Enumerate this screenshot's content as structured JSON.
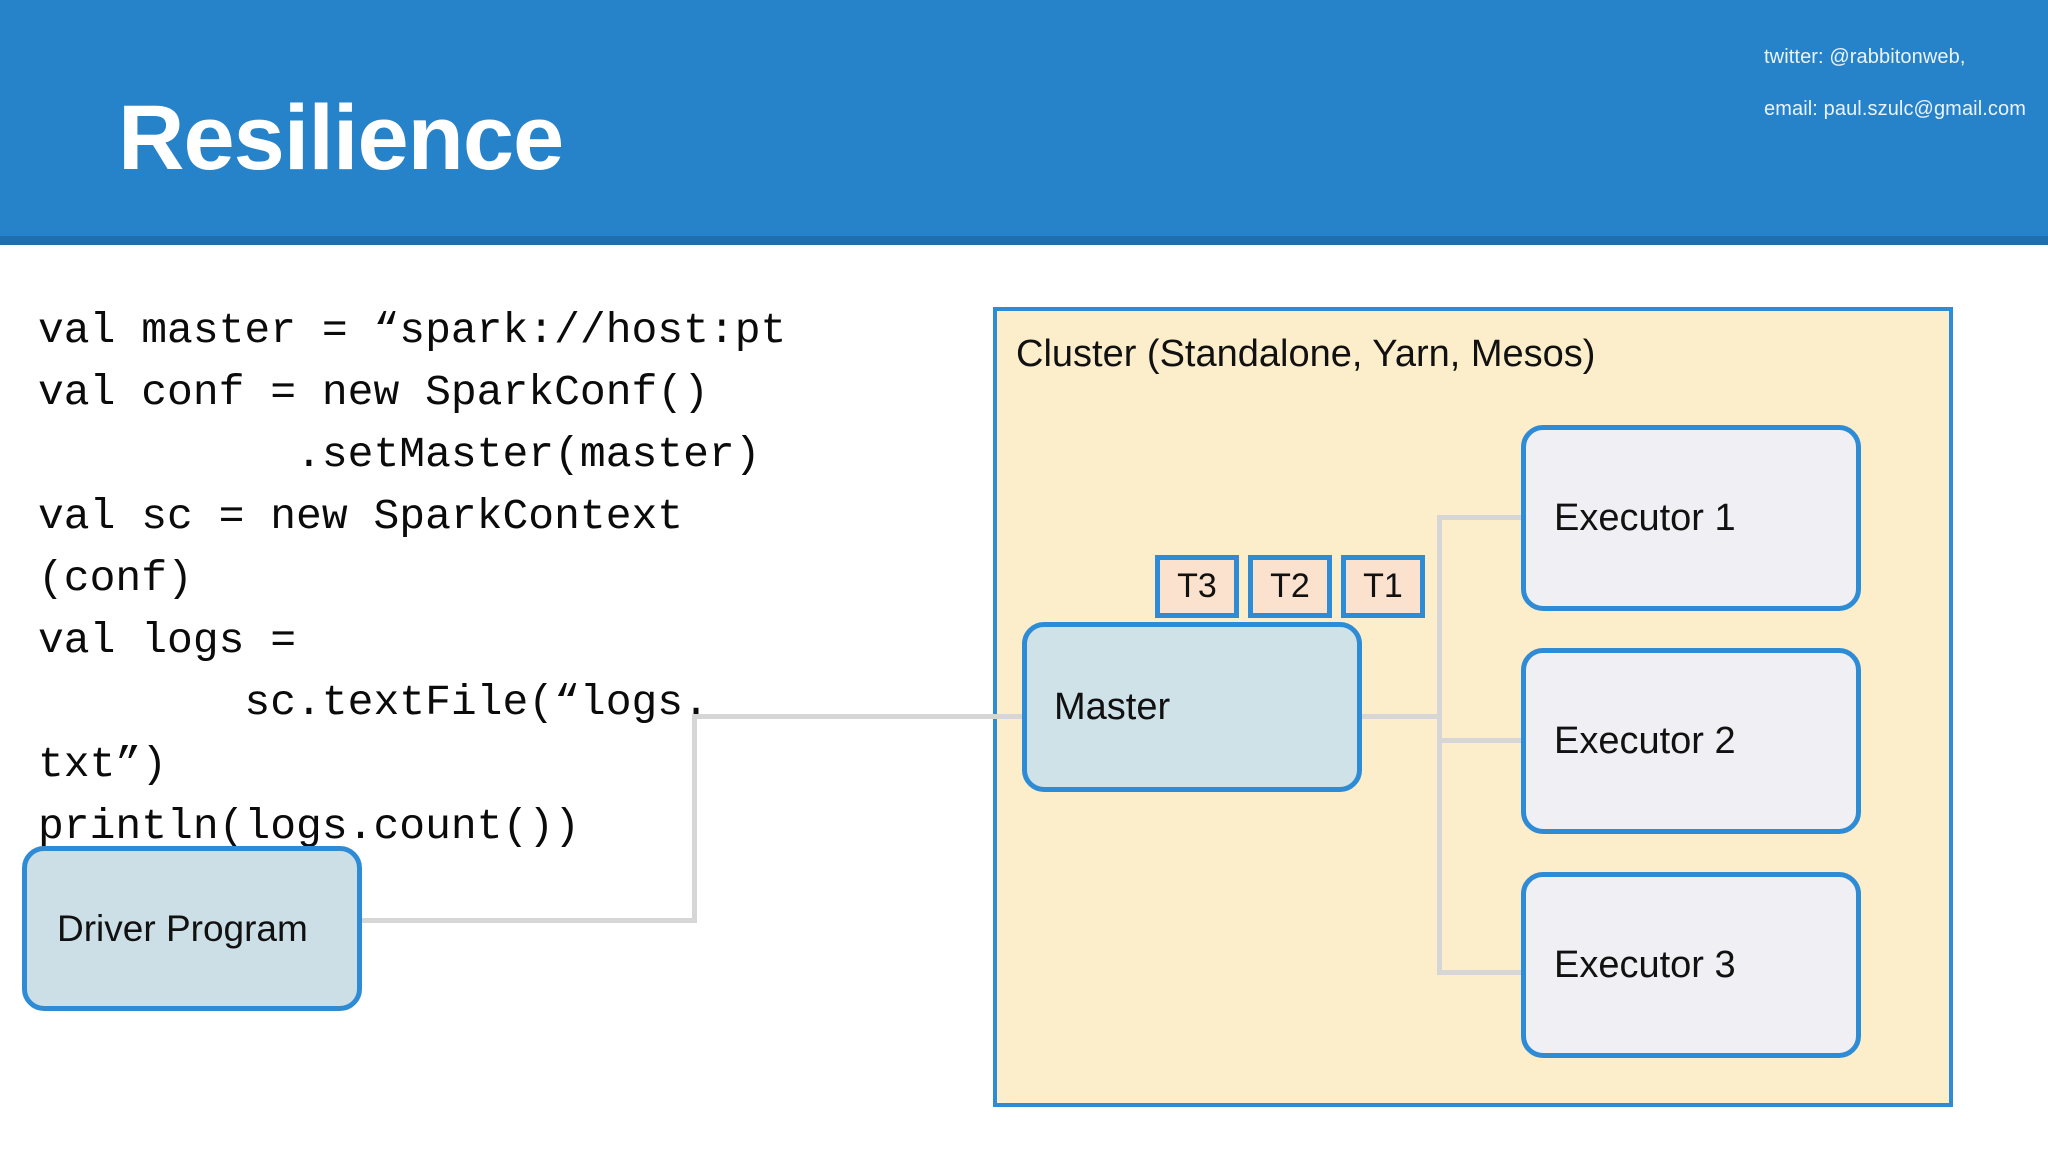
{
  "header": {
    "title": "Resilience",
    "contact": {
      "twitter": "twitter: @rabbitonweb,",
      "email": "email: paul.szulc@gmail.com"
    },
    "background_color": "#2683ca",
    "title_color": "#ffffff"
  },
  "code": {
    "language": "scala",
    "text": "val master = “spark://host:pt\nval conf = new SparkConf()\n          .setMaster(master)\nval sc = new SparkContext\n(conf)\nval logs =\n        sc.textFile(“logs.\ntxt”)\nprintln(logs.count())"
  },
  "diagram": {
    "driver": {
      "label": "Driver Program",
      "fill": "#ccdfe7",
      "stroke": "#2e8bd6"
    },
    "cluster": {
      "label": "Cluster (Standalone, Yarn, Mesos)",
      "fill": "#fdeecb",
      "stroke": "#2e8bd6"
    },
    "master": {
      "label": "Master",
      "fill": "#cfe2e8",
      "stroke": "#2e8bd6"
    },
    "tasks": [
      {
        "label": "T3",
        "fill": "#fae2ce",
        "stroke": "#2e8bd6"
      },
      {
        "label": "T2",
        "fill": "#fae2ce",
        "stroke": "#2e8bd6"
      },
      {
        "label": "T1",
        "fill": "#fae2ce",
        "stroke": "#2e8bd6"
      }
    ],
    "executors": [
      {
        "label": "Executor 1",
        "fill": "#f0f0f4",
        "stroke": "#2e8bd6"
      },
      {
        "label": "Executor 2",
        "fill": "#f0f0f4",
        "stroke": "#2e8bd6"
      },
      {
        "label": "Executor 3",
        "fill": "#f0f0f4",
        "stroke": "#2e8bd6"
      }
    ],
    "connector_color": "#d6d6d6"
  }
}
